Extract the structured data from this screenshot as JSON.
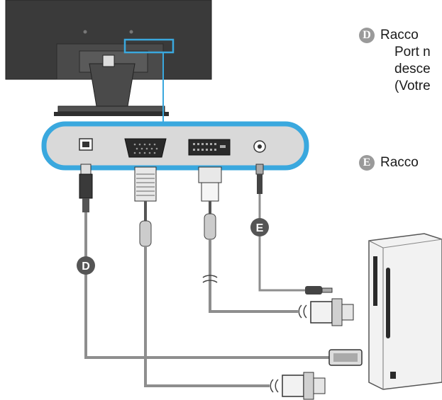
{
  "callouts": {
    "d": {
      "badge": "D",
      "lines": [
        "Racco",
        "Port n",
        "desce",
        "(Votre"
      ]
    },
    "e": {
      "badge": "E",
      "line": "Racco"
    }
  },
  "diagram": {
    "cable_label_d": "D",
    "cable_label_e": "E"
  },
  "colors": {
    "monitor_body": "#3c3c3c",
    "connector_panel_outline": "#3aa8de",
    "connector_panel_fill": "#d9d9d9",
    "cable": "#8e8e8e",
    "label_badge": "#555555",
    "pc_body": "#f2f2f2"
  }
}
